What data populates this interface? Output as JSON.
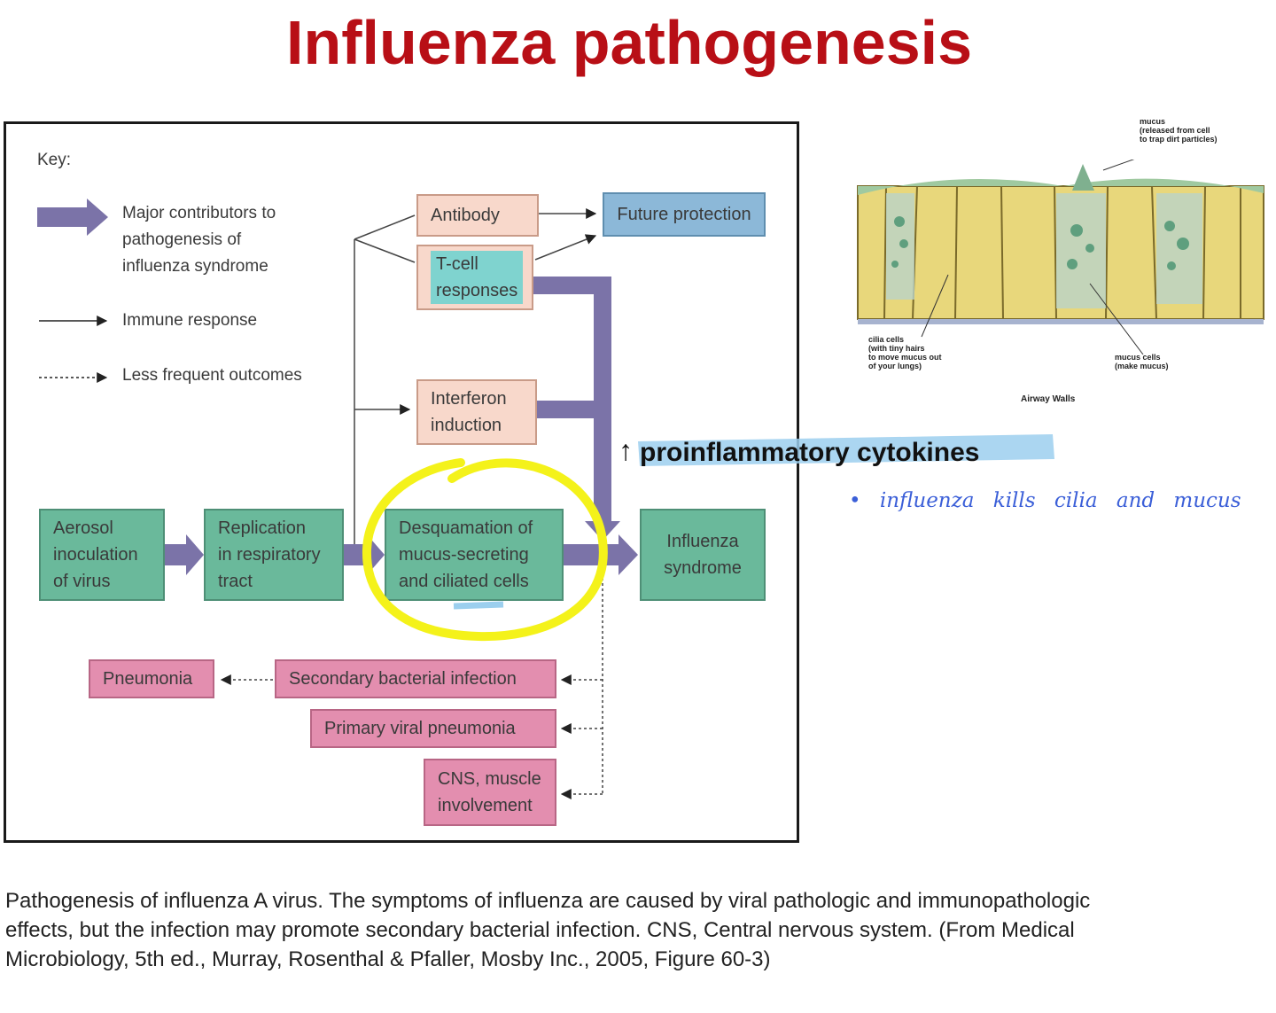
{
  "title": "Influenza pathogenesis",
  "colors": {
    "title": "#b80f16",
    "green_box": "#6ab99b",
    "peach_box": "#f8d8cb",
    "blue_box": "#8cb8d8",
    "pink_box": "#e38eaf",
    "major_arrow": "#7b73a8",
    "highlight_circle": "#f4f21a",
    "highlighter": "#9ccfee",
    "handwriting": "#3b5fd8"
  },
  "key": {
    "heading": "Key:",
    "major_line1": "Major contributors to",
    "major_line2": "pathogenesis of",
    "major_line3": "influenza syndrome",
    "immune": "Immune response",
    "less": "Less frequent outcomes"
  },
  "nodes": {
    "aerosol": [
      "Aerosol",
      "inoculation",
      "of virus"
    ],
    "replication": [
      "Replication",
      "in respiratory",
      "tract"
    ],
    "desquamation": [
      "Desquamation of",
      "mucus-secreting",
      "and ciliated cells"
    ],
    "syndrome": [
      "Influenza",
      "syndrome"
    ],
    "antibody": "Antibody",
    "tcell": [
      "T-cell",
      "responses"
    ],
    "interferon": [
      "Interferon",
      "induction"
    ],
    "future": "Future protection",
    "pneumonia": "Pneumonia",
    "secondary": "Secondary bacterial infection",
    "primary": "Primary viral pneumonia",
    "cns": [
      "CNS, muscle",
      "involvement"
    ]
  },
  "annotation": {
    "arrow_glyph": "↑",
    "cytokines": "proinflammatory cytokines",
    "handwritten": "• influenza kills cilia and mucus"
  },
  "airway": {
    "mucus_label": [
      "mucus",
      "(released from cell",
      "to trap dirt particles)"
    ],
    "cilia_label": [
      "cilia cells",
      "(with tiny hairs",
      "to move mucus out",
      "of your lungs)"
    ],
    "mucus_cells_label": [
      "mucus cells",
      "(make mucus)"
    ],
    "caption": "Airway Walls"
  },
  "caption": [
    "Pathogenesis of influenza A virus. The symptoms of influenza are caused by viral pathologic and immunopathologic",
    "effects, but the infection may promote secondary bacterial infection. CNS, Central nervous system. (From Medical",
    "Microbiology, 5th ed., Murray, Rosenthal & Pfaller, Mosby Inc., 2005, Figure 60-3)"
  ]
}
